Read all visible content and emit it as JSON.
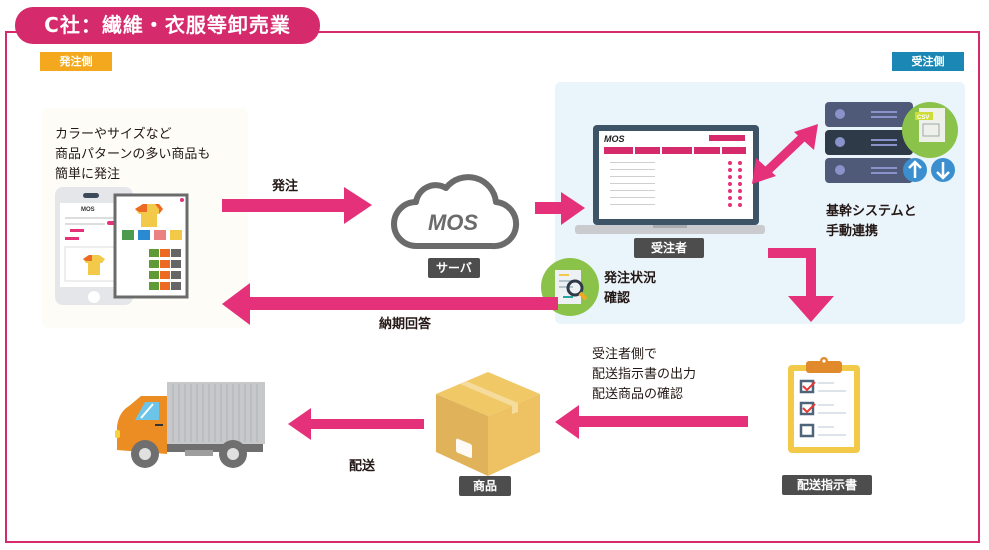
{
  "title": "C社：繊維・衣服等卸売業",
  "side_tags": {
    "orderer": "発注側",
    "receiver": "受注側"
  },
  "orderer_description": [
    "カラーやサイズなど",
    "商品パターンの多い商品も",
    "簡単に発注"
  ],
  "flow_labels": {
    "order": "発注",
    "delivery_date_reply": "納期回答",
    "order_status_check": [
      "発注状況",
      "確認"
    ],
    "core_system_link": [
      "基幹システムと",
      "手動連携"
    ],
    "receiver_output": [
      "受注者側で",
      "配送指示書の出力",
      "配送商品の確認"
    ],
    "shipping": "配送"
  },
  "node_labels": {
    "server": "サーバ",
    "receiver": "受注者",
    "product": "商品",
    "delivery_instruction": "配送指示書"
  },
  "icons": {
    "cloud_brand": "MOS",
    "laptop_brand": "MOS",
    "phone_brand": "MOS",
    "csv_label": "CSV"
  },
  "colors": {
    "accent": "#d52a6c",
    "arrow": "#e5317a",
    "orderer_tag": "#f3a81d",
    "receiver_tag": "#1a87b4",
    "label_box": "#4d4d4d"
  }
}
